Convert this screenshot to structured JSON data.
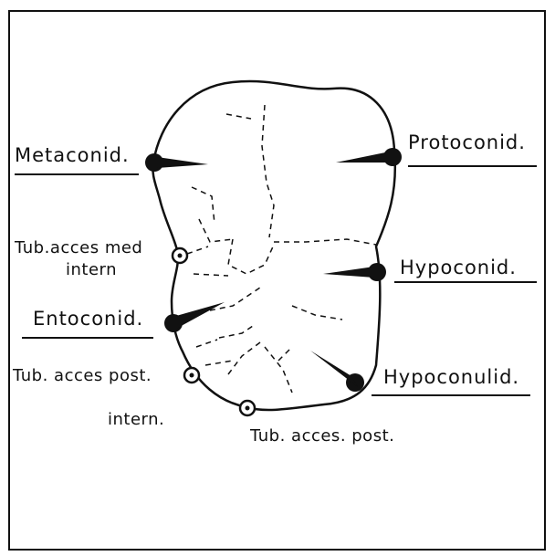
{
  "labels": {
    "metaconid": "Metaconid.",
    "protoconid": "Protoconid.",
    "tub_acces_med_intern_line1": "Tub.acces med",
    "tub_acces_med_intern_line2": "intern",
    "hypoconid": "Hypoconid.",
    "entoconid": "Entoconid.",
    "tub_acces_post_intern_line1": "Tub. acces post.",
    "tub_acces_post_intern_line2": "intern.",
    "hypoconulid": "Hypoconulid.",
    "tub_acces_post": "Tub. acces. post."
  },
  "colors": {
    "ink": "#111111",
    "background": "#ffffff"
  }
}
